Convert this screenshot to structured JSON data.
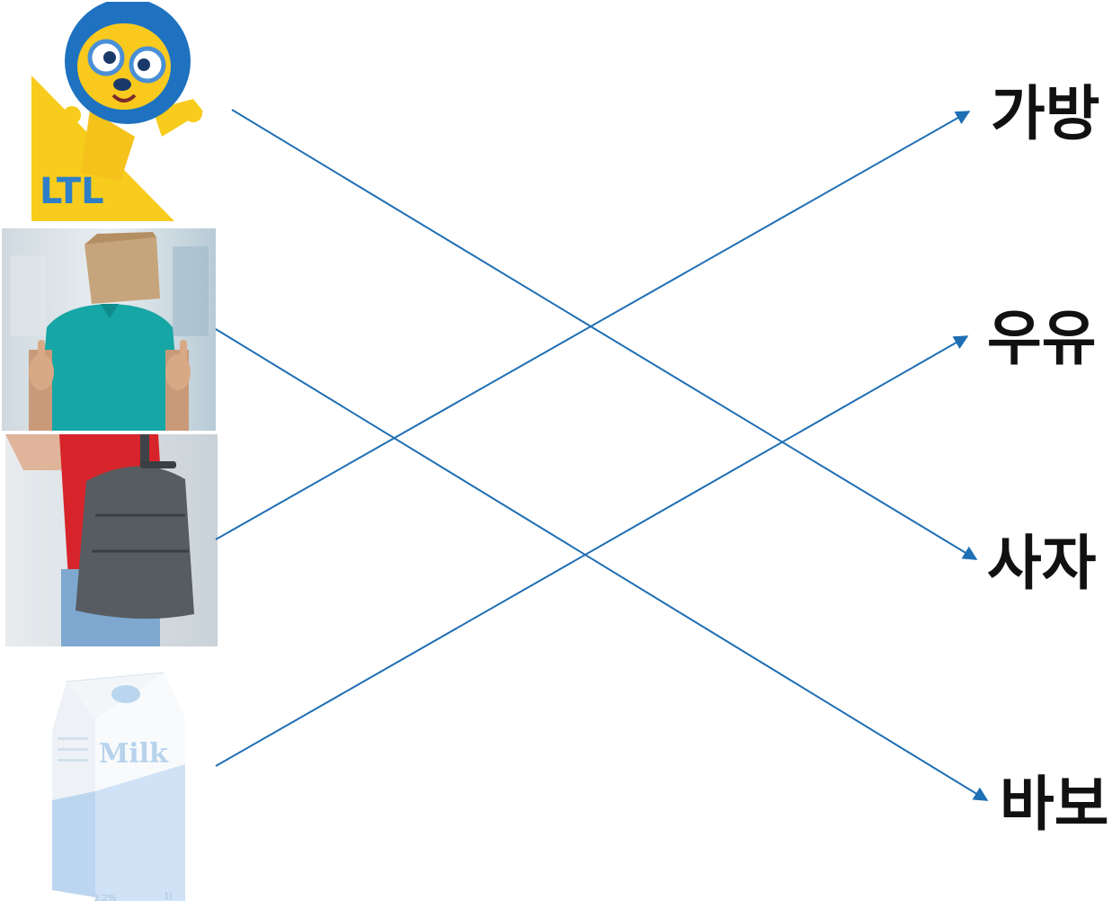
{
  "words": [
    "가방",
    "우유",
    "사자",
    "바보"
  ],
  "logo_text": "LTL",
  "milk_carton": {
    "label": "Milk",
    "fat": "3.2%",
    "volume": "1l"
  },
  "colors": {
    "line": "#1f6fb4",
    "logo_yellow": "#f7cc1c",
    "lion_mane": "#1e72c0",
    "lion_face": "#f9c91e"
  },
  "pictures": [
    "lion-mascot",
    "paper-bag-head-man",
    "backpack-person",
    "milk-carton"
  ],
  "connections": [
    {
      "from": "lion-mascot",
      "to": "사자"
    },
    {
      "from": "paper-bag-head-man",
      "to": "바보"
    },
    {
      "from": "backpack-person",
      "to": "가방"
    },
    {
      "from": "milk-carton",
      "to": "우유"
    }
  ]
}
